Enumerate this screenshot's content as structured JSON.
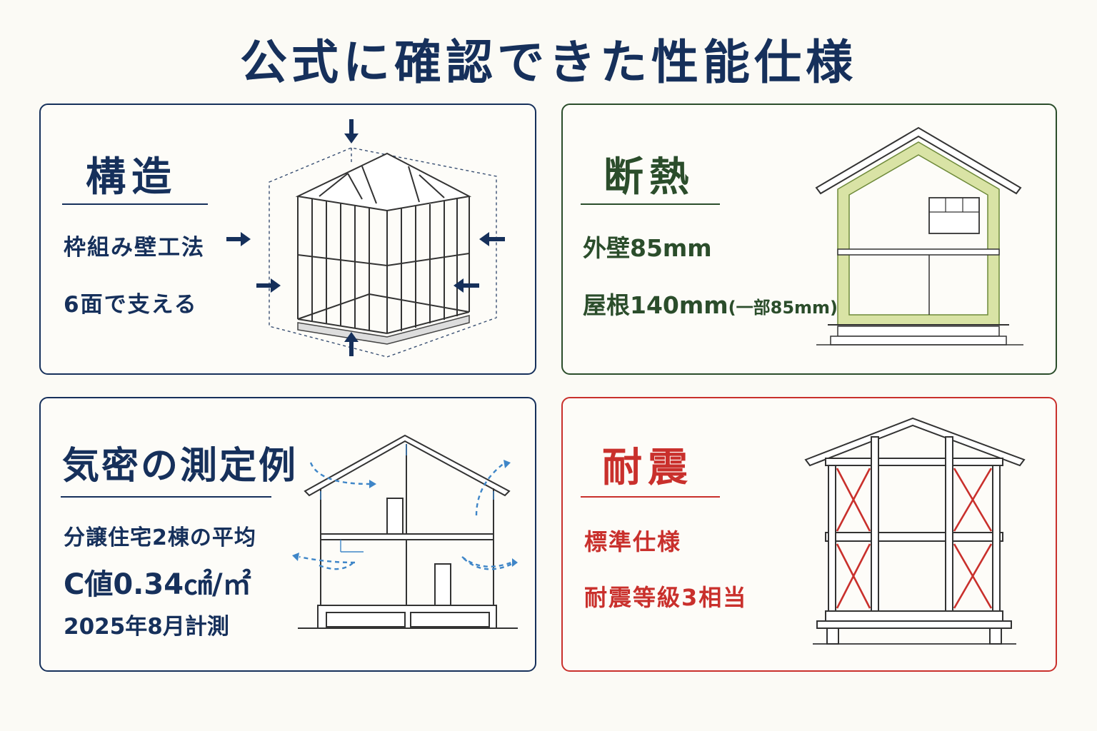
{
  "title": "公式に確認できた性能仕様",
  "colors": {
    "navy": "#16305b",
    "green": "#2b4d2b",
    "red": "#c9302c",
    "air_arrow": "#3f86c8",
    "insulation": "#d9e3a5"
  },
  "structure": {
    "heading": "構造",
    "lines": [
      "枠組み壁工法",
      "6面で支える"
    ]
  },
  "insulation": {
    "heading": "断熱",
    "line1": "外壁85mm",
    "line2_main": "屋根140mm",
    "line2_note": "(一部85mm)"
  },
  "airtightness": {
    "heading": "気密の測定例",
    "lines": [
      "分譲住宅2棟の平均",
      "C値0.34㎠/㎡",
      "2025年8月計測"
    ]
  },
  "seismic": {
    "heading": "耐震",
    "lines": [
      "標準仕様",
      "耐震等級3相当"
    ]
  }
}
